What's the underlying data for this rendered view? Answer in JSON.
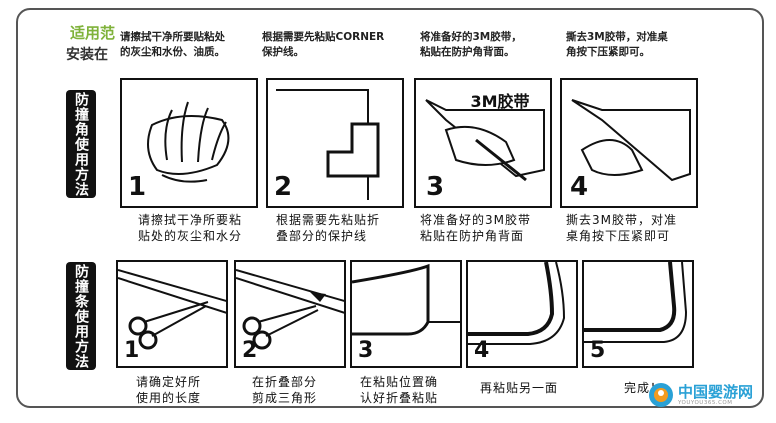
{
  "header": {
    "label_green": "适用范",
    "label_dark": "安装在"
  },
  "top_notes": [
    "请擦拭干净所要贴粘处\n的灰尘和水份、油质。",
    "根据需要先粘贴CORNER\n保护线。",
    "将准备好的3M胶带，\n粘贴在防护角背面。",
    "撕去3M胶带，对准桌\n角按下压紧即可。"
  ],
  "section1": {
    "title": "防撞角使用方法",
    "badge": "3M胶带",
    "steps": [
      {
        "num": "1",
        "caption": "请擦拭干净所要粘\n贴处的灰尘和水分"
      },
      {
        "num": "2",
        "caption": "根据需要先粘贴折\n叠部分的保护线"
      },
      {
        "num": "3",
        "caption": "将准备好的3M胶带\n粘贴在防护角背面"
      },
      {
        "num": "4",
        "caption": "撕去3M胶带，对准\n桌角按下压紧即可"
      }
    ]
  },
  "section2": {
    "title": "防撞条使用方法",
    "steps": [
      {
        "num": "1",
        "caption": "请确定好所\n使用的长度"
      },
      {
        "num": "2",
        "caption": "在折叠部分\n剪成三角形"
      },
      {
        "num": "3",
        "caption": "在粘贴位置确\n认好折叠粘贴"
      },
      {
        "num": "4",
        "caption": "再粘贴另一面"
      },
      {
        "num": "5",
        "caption": "完成！"
      }
    ]
  },
  "logo": {
    "text": "中国婴游网",
    "url": "YOUYOU365.COM"
  },
  "colors": {
    "green": "#7fb23a",
    "logo_blue": "#2aa1d6",
    "logo_orange": "#f29b1f"
  }
}
